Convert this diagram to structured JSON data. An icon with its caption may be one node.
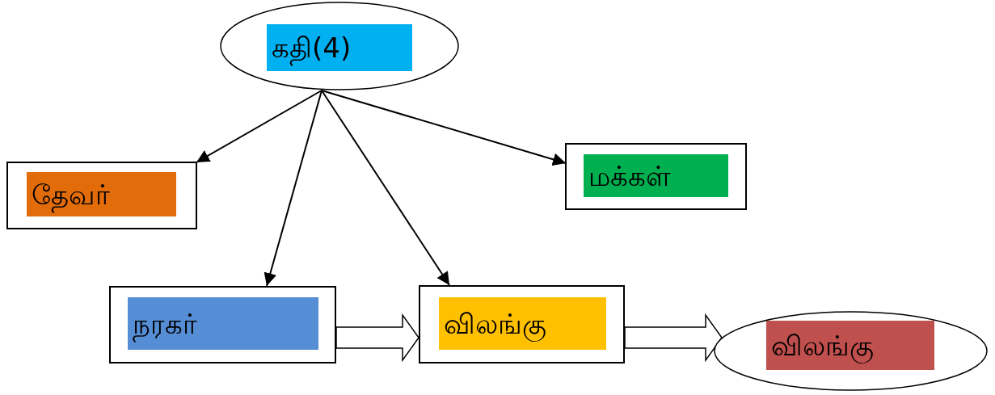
{
  "diagram": {
    "nodes": [
      {
        "text": [
          "கதி(4)"
        ]
      },
      {
        "text": [
          "தேவர்"
        ]
      },
      {
        "text": [
          "மக்கள்"
        ]
      },
      {
        "text": [
          "நரகர்"
        ]
      },
      {
        "text": [
          "விலங்கு"
        ]
      },
      {
        "text": [
          "விலங்கு"
        ]
      }
    ],
    "edges": [
      {
        "from": 0,
        "to": 1,
        "arrow": "to"
      },
      {
        "from": 0,
        "to": 3,
        "arrow": "to"
      },
      {
        "from": 0,
        "to": 4,
        "arrow": "to"
      },
      {
        "from": 0,
        "to": 2,
        "arrow": "to"
      },
      {
        "from": 3,
        "to": 4,
        "arrow": "to",
        "style": "thick"
      },
      {
        "from": 4,
        "to": 5,
        "arrow": "to",
        "style": "thick"
      }
    ]
  }
}
